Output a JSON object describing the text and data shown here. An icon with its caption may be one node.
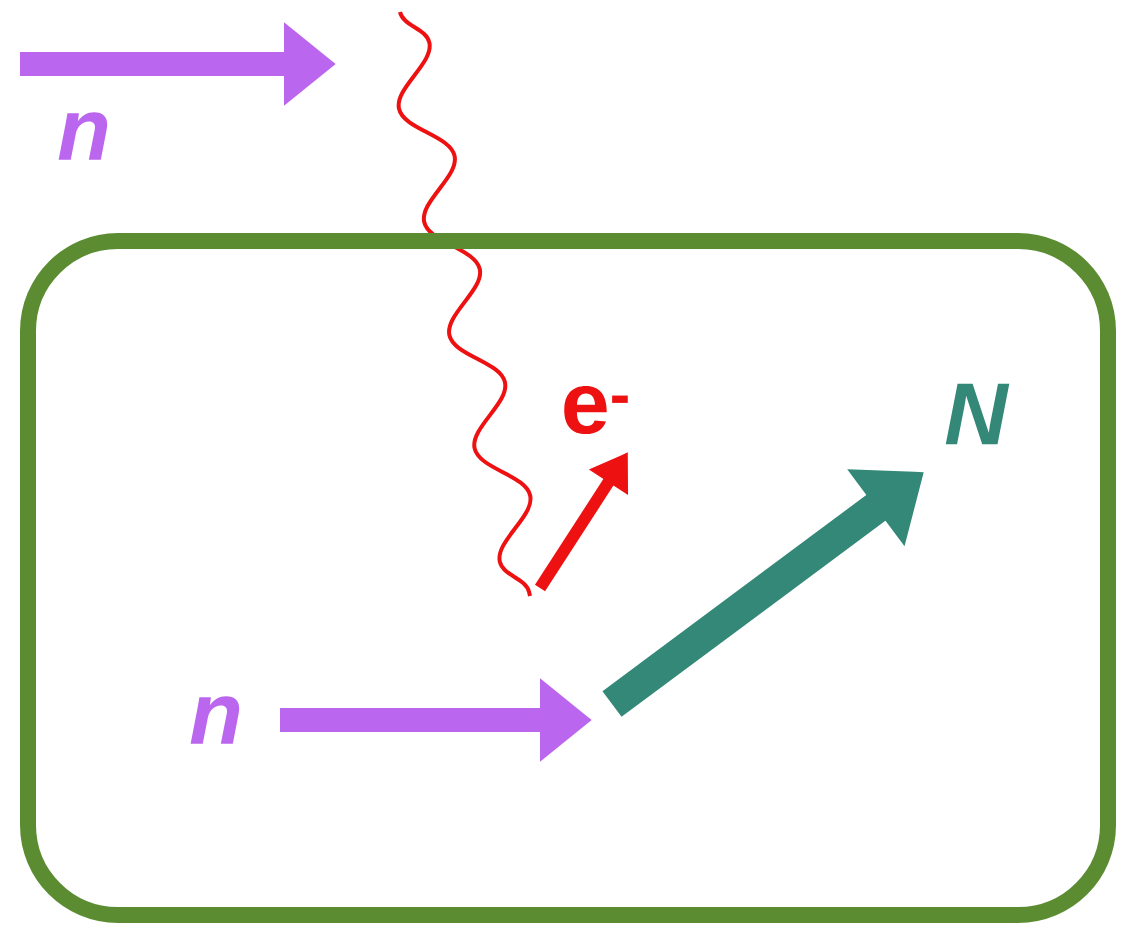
{
  "diagram": {
    "nodes": [
      {
        "text": [],
        "shape": "box"
      },
      {
        "text": [
          "n"
        ]
      },
      {
        "text": [
          "n"
        ],
        "in": 0
      },
      {
        "text": [
          "e$^{-}$"
        ],
        "in": 0
      },
      {
        "text": [
          "N"
        ],
        "in": 0
      }
    ]
  }
}
